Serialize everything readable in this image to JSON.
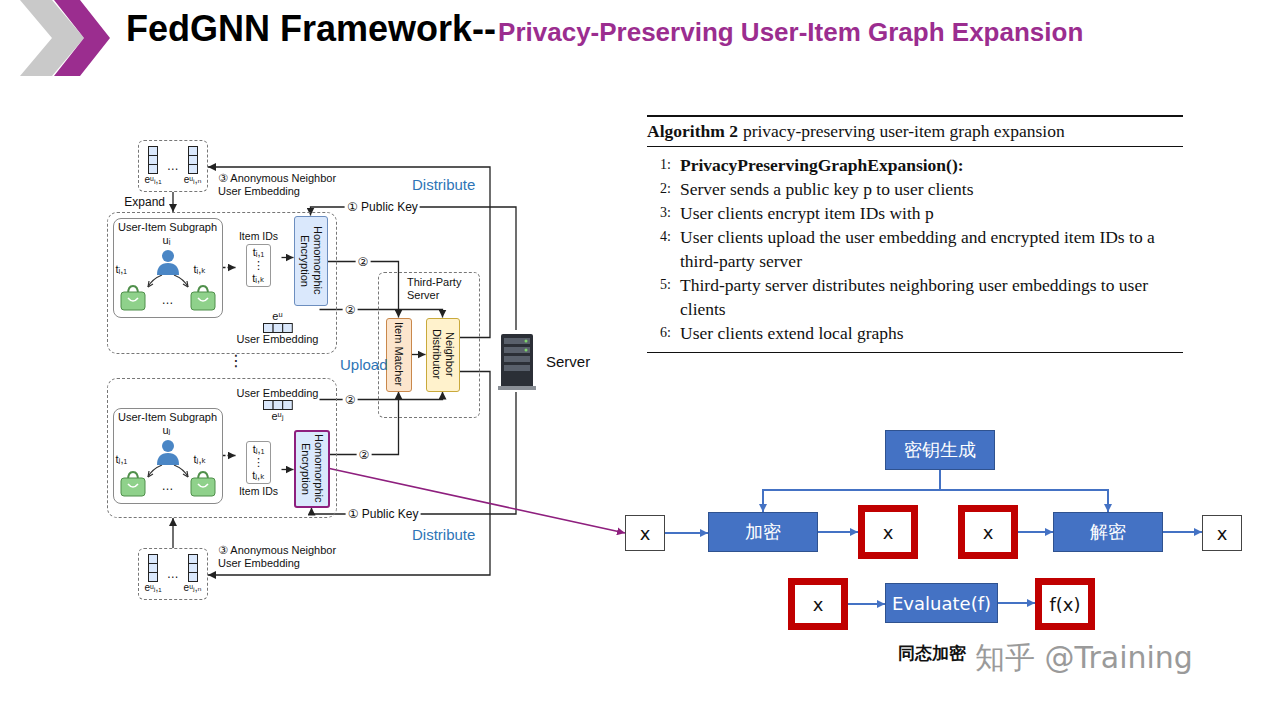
{
  "diagram": {
    "title": "FedGNN Framework--",
    "nodes": [
      {
        "text": [
          "eᵘᵢ,₁",
          "…",
          "eᵘᵢ,ₙ"
        ]
      },
      {
        "text": []
      },
      {
        "text": [
          "User-Item Subgraph",
          "uᵢ",
          "tᵢ,₁",
          "…",
          "tᵢ,ₖ"
        ],
        "in": 1
      },
      {
        "text": [
          "Item IDs",
          "tᵢ,₁",
          "⋮",
          "tᵢ,ₖ"
        ],
        "in": 1
      },
      {
        "text": [
          "Homomorphic Encryption"
        ],
        "in": 1
      },
      {
        "text": [
          "eᵘ",
          "User Embedding"
        ],
        "in": 1
      },
      {
        "text": [
          "Third-Party Server"
        ]
      },
      {
        "text": [
          "Item Matcher"
        ],
        "in": 6
      },
      {
        "text": [
          "Neighbor Distributor"
        ],
        "in": 6
      },
      {
        "text": [
          "Server"
        ]
      },
      {
        "text": []
      },
      {
        "text": [
          "User Embedding",
          "eᵘⱼ"
        ],
        "in": 10
      },
      {
        "text": [
          "User-Item Subgraph",
          "uⱼ",
          "tⱼ,₁",
          "…",
          "tⱼ,ₖ"
        ],
        "in": 10
      },
      {
        "text": [
          "tⱼ,₁",
          "⋮",
          "tⱼ,ₖ",
          "Item IDs"
        ],
        "in": 10
      },
      {
        "text": [
          "Homomorphic Encryption"
        ],
        "in": 10
      },
      {
        "text": [
          "eᵘⱼ,₁",
          "…",
          "eᵘⱼ,ₙ"
        ]
      },
      {
        "text": [
          "Algorithm 2",
          "privacy-preserving user-item graph expansion",
          "1:",
          "PrivacyPreservingGraphExpansion():",
          "2:",
          "Server sends a public key p to user clients",
          "3:",
          "User clients encrypt item IDs with p",
          "4:",
          "User clients upload the user embedding and encrypted item IDs to a third-party server",
          "5:",
          "Third-party server distributes neighboring user embeddings to user clients",
          "6:",
          "User clients extend local graphs"
        ]
      },
      {
        "text": [
          "密钥生成"
        ]
      },
      {
        "text": [
          "x"
        ]
      },
      {
        "text": [
          "加密"
        ]
      },
      {
        "text": [
          "x"
        ]
      },
      {
        "text": [
          "x"
        ]
      },
      {
        "text": [
          "解密"
        ]
      },
      {
        "text": [
          "x"
        ]
      },
      {
        "text": [
          "x"
        ]
      },
      {
        "text": [
          "Evaluate(f)"
        ]
      },
      {
        "text": [
          "f(x)"
        ]
      }
    ],
    "edges": [
      {
        "from": 0,
        "to": 1,
        "arrow": "to",
        "label": "Expand"
      },
      {
        "from": 15,
        "to": 10,
        "arrow": "to"
      },
      {
        "from": 2,
        "to": 3,
        "arrow": "to"
      },
      {
        "from": 3,
        "to": 4,
        "arrow": "to"
      },
      {
        "from": 12,
        "to": 13,
        "arrow": "to"
      },
      {
        "from": 13,
        "to": 14,
        "arrow": "to"
      },
      {
        "from": 4,
        "to": 7,
        "arrow": "to",
        "label": "②"
      },
      {
        "from": 5,
        "to": 8,
        "arrow": "to",
        "label": "②"
      },
      {
        "from": 11,
        "to": 8,
        "arrow": "to",
        "label": "②"
      },
      {
        "from": 14,
        "to": 7,
        "arrow": "to",
        "label": "②"
      },
      {
        "from": 7,
        "to": 8,
        "arrow": "to"
      },
      {
        "from": 9,
        "to": 4,
        "arrow": "to",
        "label": "① Public Key"
      },
      {
        "from": 9,
        "to": 14,
        "arrow": "to",
        "label": "① Public Key"
      },
      {
        "from": 8,
        "to": 0,
        "arrow": "to",
        "label": "③ Anonymous Neighbor User Embedding"
      },
      {
        "from": 8,
        "to": 15,
        "arrow": "to",
        "label": "③ Anonymous Neighbor User Embedding"
      },
      {
        "from": 14,
        "to": 18,
        "arrow": "to"
      },
      {
        "from": 17,
        "to": 19,
        "arrow": "to"
      },
      {
        "from": 17,
        "to": 22,
        "arrow": "to"
      },
      {
        "from": 18,
        "to": 19,
        "arrow": "to"
      },
      {
        "from": 19,
        "to": 20,
        "arrow": "to"
      },
      {
        "from": 21,
        "to": 22,
        "arrow": "to"
      },
      {
        "from": 22,
        "to": 23,
        "arrow": "to"
      },
      {
        "from": 24,
        "to": 25,
        "arrow": "to"
      },
      {
        "from": 25,
        "to": 26,
        "arrow": "to"
      }
    ],
    "labels": [
      "Privacy-Preserving User-Item Graph Expansion",
      "Distribute",
      "Upload",
      "⋮",
      "Distribute",
      "同态加密",
      "知乎 @Training"
    ]
  }
}
